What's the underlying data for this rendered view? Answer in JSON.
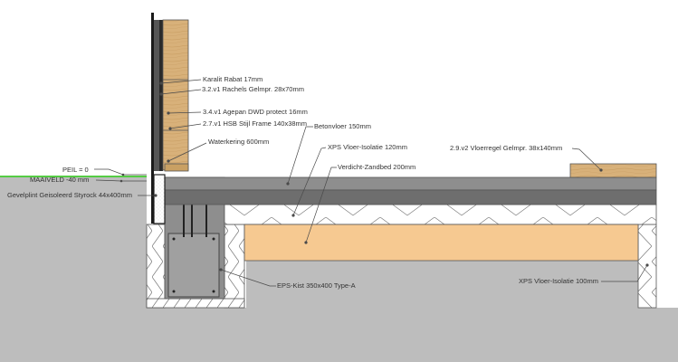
{
  "labels": {
    "karalit": "Karalit Rabat 17mm",
    "rachels": "3.2.v1 Rachels Gelmpr. 28x70mm",
    "agepan": "3.4.v1 Agepan DWD protect 16mm",
    "hsb": "2.7.v1 HSB Stijl Frame 140x38mm",
    "waterkering": "Waterkering 600mm",
    "betonvloer": "Betonvloer 150mm",
    "xps120": "XPS Vloer-Isolatie 120mm",
    "zandbed": "Verdicht-Zandbed 200mm",
    "vloerregel": "2.9.v2 Vloerregel Gelmpr. 38x140mm",
    "peil": "PEIL = 0",
    "maaiveld": "MAAIVELD -40 mm",
    "gevelplint": "Gevelplint Geisoleerd Styrock 44x400mm",
    "eps_kist": "EPS-Kist 350x400 Type-A",
    "xps100": "XPS Vloer-Isolatie 100mm"
  },
  "colors": {
    "ground": "#bdbdbd",
    "concrete": "#8e8e8e",
    "concrete_dark": "#6e6e6e",
    "wood": "#d8b17a",
    "sand": "#f6c991",
    "insulation": "#ffffff",
    "grade_line": "#55cc44"
  }
}
